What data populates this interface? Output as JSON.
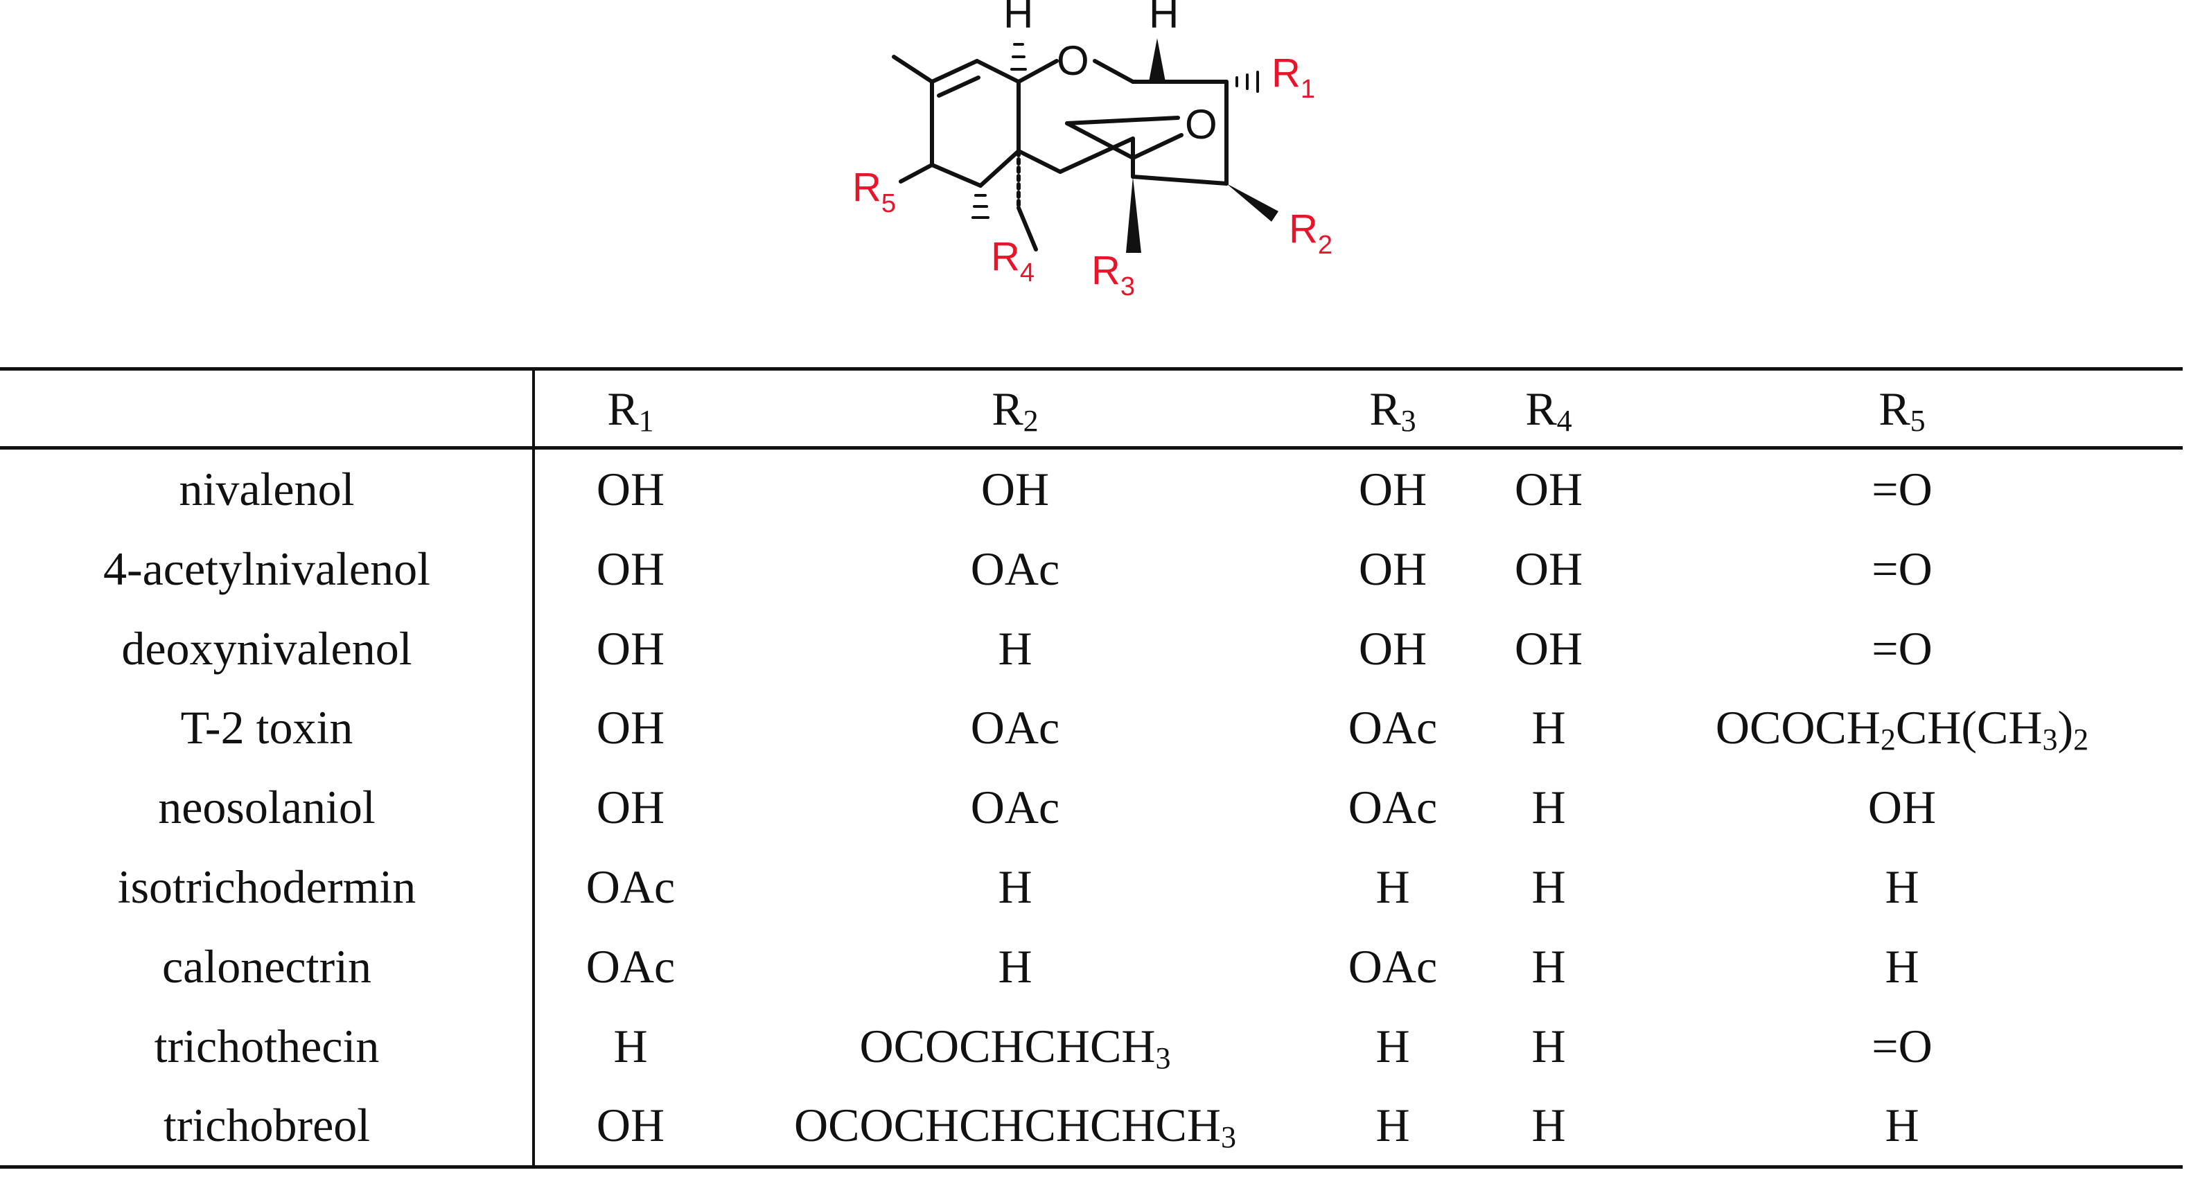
{
  "structure": {
    "atoms": {
      "h_left": "H",
      "h_right": "H",
      "o_ring": "O",
      "o_epoxide": "O"
    },
    "substituent_labels": [
      {
        "id": "R1",
        "letter": "R",
        "index": "1"
      },
      {
        "id": "R2",
        "letter": "R",
        "index": "2"
      },
      {
        "id": "R3",
        "letter": "R",
        "index": "3"
      },
      {
        "id": "R4",
        "letter": "R",
        "index": "4"
      },
      {
        "id": "R5",
        "letter": "R",
        "index": "5"
      }
    ],
    "label_color": "#e8142a"
  },
  "table": {
    "headers": [
      {
        "letter": "",
        "sub": ""
      },
      {
        "letter": "R",
        "sub": "1"
      },
      {
        "letter": "R",
        "sub": "2"
      },
      {
        "letter": "R",
        "sub": "3"
      },
      {
        "letter": "R",
        "sub": "4"
      },
      {
        "letter": "R",
        "sub": "5"
      }
    ],
    "rows": [
      {
        "name": "nivalenol",
        "cells": [
          [
            "OH"
          ],
          [
            "OH"
          ],
          [
            "OH"
          ],
          [
            "OH"
          ],
          [
            "=O"
          ]
        ]
      },
      {
        "name": "4-acetylnivalenol",
        "cells": [
          [
            "OH"
          ],
          [
            "OAc"
          ],
          [
            "OH"
          ],
          [
            "OH"
          ],
          [
            "=O"
          ]
        ]
      },
      {
        "name": "deoxynivalenol",
        "cells": [
          [
            "OH"
          ],
          [
            "H"
          ],
          [
            "OH"
          ],
          [
            "OH"
          ],
          [
            "=O"
          ]
        ]
      },
      {
        "name": "T-2 toxin",
        "cells": [
          [
            "OH"
          ],
          [
            "OAc"
          ],
          [
            "OAc"
          ],
          [
            "H"
          ],
          [
            "OCOCH",
            "2",
            "CH(CH",
            "3",
            ")",
            "2"
          ]
        ]
      },
      {
        "name": "neosolaniol",
        "cells": [
          [
            "OH"
          ],
          [
            "OAc"
          ],
          [
            "OAc"
          ],
          [
            "H"
          ],
          [
            "OH"
          ]
        ]
      },
      {
        "name": "isotrichodermin",
        "cells": [
          [
            "OAc"
          ],
          [
            "H"
          ],
          [
            "H"
          ],
          [
            "H"
          ],
          [
            "H"
          ]
        ]
      },
      {
        "name": "calonectrin",
        "cells": [
          [
            "OAc"
          ],
          [
            "H"
          ],
          [
            "OAc"
          ],
          [
            "H"
          ],
          [
            "H"
          ]
        ]
      },
      {
        "name": "trichothecin",
        "cells": [
          [
            "H"
          ],
          [
            "OCOCHCHCH",
            "3"
          ],
          [
            "H"
          ],
          [
            "H"
          ],
          [
            "=O"
          ]
        ]
      },
      {
        "name": "trichobreol",
        "cells": [
          [
            "OH"
          ],
          [
            "OCOCHCHCHCHCH",
            "3"
          ],
          [
            "H"
          ],
          [
            "H"
          ],
          [
            "H"
          ]
        ]
      }
    ]
  }
}
